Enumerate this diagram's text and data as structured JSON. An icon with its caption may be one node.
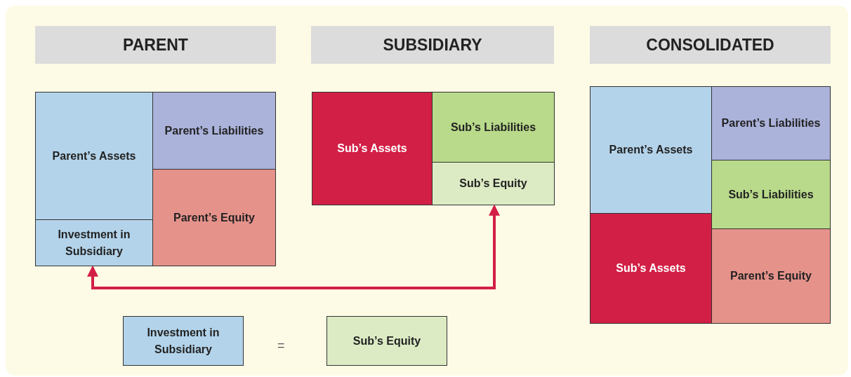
{
  "diagram": {
    "nodes": [
      {
        "text": [
          "PARENT"
        ]
      },
      {
        "text": [
          "SUBSIDIARY"
        ]
      },
      {
        "text": [
          "CONSOLIDATED"
        ]
      },
      {
        "text": [
          "Parent’s Assets"
        ]
      },
      {
        "text": [
          "Parent’s Liabilities"
        ]
      },
      {
        "text": [
          "Investment in Subsidiary"
        ]
      },
      {
        "text": [
          "Parent’s Equity"
        ]
      },
      {
        "text": [
          "Sub’s Assets"
        ]
      },
      {
        "text": [
          "Sub’s Liabilities"
        ]
      },
      {
        "text": [
          "Sub’s Equity"
        ]
      },
      {
        "text": [
          "Parent’s Assets"
        ]
      },
      {
        "text": [
          "Parent’s Liabilities"
        ]
      },
      {
        "text": [
          "Sub’s Liabilities"
        ]
      },
      {
        "text": [
          "Sub’s Assets"
        ]
      },
      {
        "text": [
          "Parent’s Equity"
        ]
      },
      {
        "text": [
          "Investment in Subsidiary"
        ]
      },
      {
        "text": [
          "Sub’s Equity"
        ]
      }
    ],
    "edges": [
      {
        "from": 5,
        "to": 9,
        "arrow": "both"
      }
    ],
    "labels": [
      "="
    ]
  }
}
